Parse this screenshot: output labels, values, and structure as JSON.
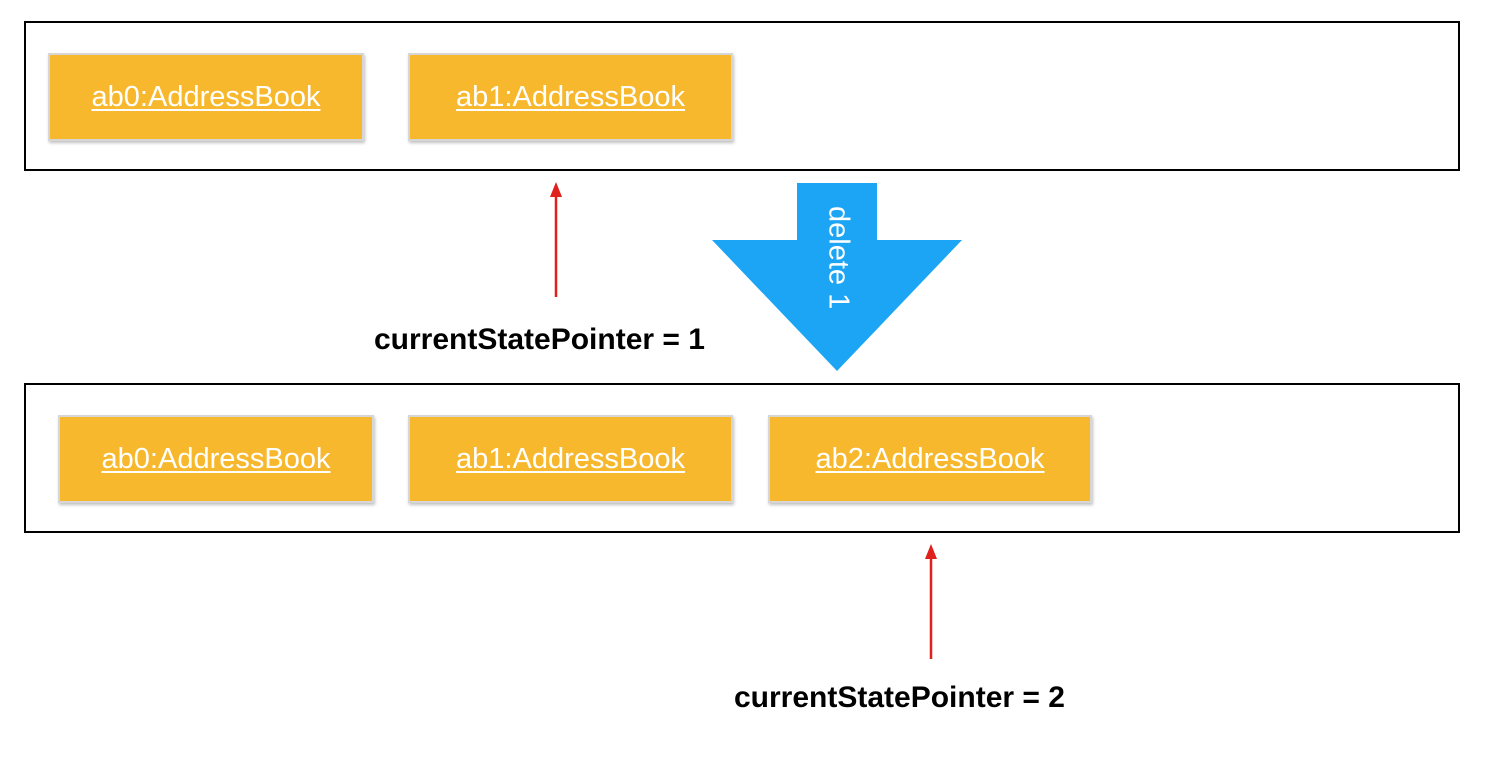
{
  "colors": {
    "state_fill": "#f7b82d",
    "pointer_arrow": "#e0201b",
    "command_arrow": "#1da5f5",
    "frame_border": "#000000"
  },
  "before": {
    "states": [
      "ab0:AddressBook",
      "ab1:AddressBook"
    ],
    "pointer_label": "currentStatePointer = 1"
  },
  "command": {
    "label": "delete 1"
  },
  "after": {
    "states": [
      "ab0:AddressBook",
      "ab1:AddressBook",
      "ab2:AddressBook"
    ],
    "pointer_label": "currentStatePointer = 2"
  }
}
